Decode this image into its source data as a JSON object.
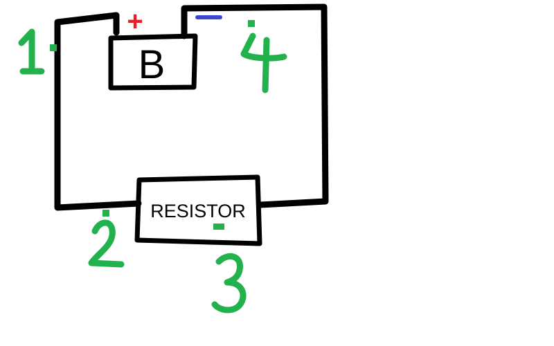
{
  "battery": {
    "label": "B"
  },
  "resistor": {
    "label": "RESISTOR"
  },
  "terminals": {
    "positive": "+",
    "negative": "−"
  },
  "points": [
    {
      "id": "1",
      "label": "1"
    },
    {
      "id": "2",
      "label": "2"
    },
    {
      "id": "3",
      "label": "3"
    },
    {
      "id": "4",
      "label": "4"
    }
  ],
  "colors": {
    "wire": "#000000",
    "number": "#22b14c",
    "positive": "#ed1c24",
    "negative": "#3f48cc"
  }
}
